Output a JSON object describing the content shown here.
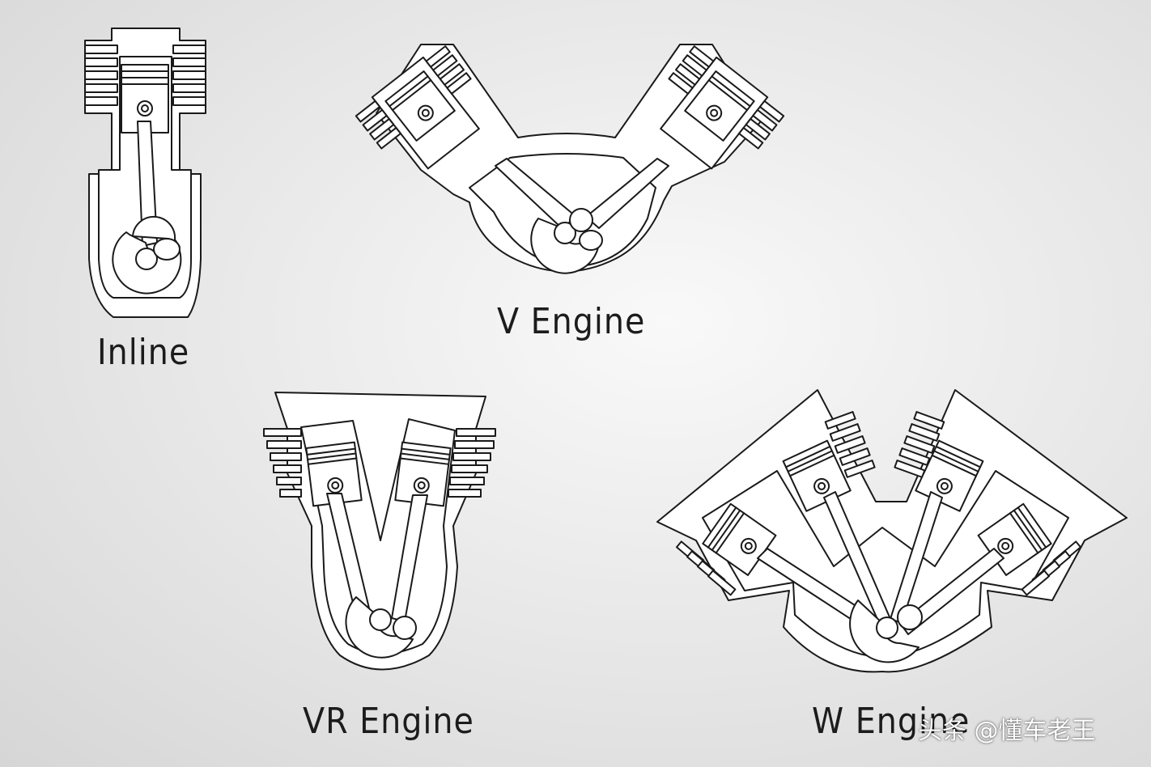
{
  "labels": {
    "inline": "Inline",
    "v": "V Engine",
    "vr": "VR Engine",
    "w": "W Engine"
  },
  "watermark": "头条 @懂车老王",
  "colors": {
    "line": "#1a1a1a",
    "fill": "#ffffff"
  }
}
